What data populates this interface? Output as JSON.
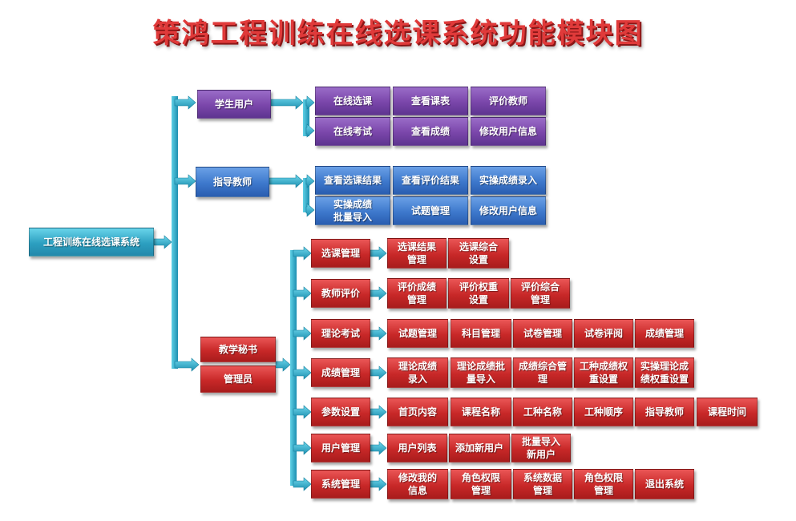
{
  "title": "策鸿工程训练在线选课系统功能模块图",
  "root": "工程训练在线选课系统",
  "student": {
    "label": "学生用户",
    "items": [
      "在线选课",
      "查看课表",
      "评价教师",
      "在线考试",
      "查看成绩",
      "修改用户信息"
    ]
  },
  "teacher": {
    "label": "指导教师",
    "items": [
      "查看选课结果",
      "查看评价结果",
      "实操成绩录入",
      "实操成绩\n批量导入",
      "试题管理",
      "修改用户信息"
    ]
  },
  "admin": {
    "label1": "教学秘书",
    "label2": "管理员",
    "groups": [
      {
        "label": "选课管理",
        "items": [
          "选课结果\n管理",
          "选课综合\n设置"
        ]
      },
      {
        "label": "教师评价",
        "items": [
          "评价成绩\n管理",
          "评价权重\n设置",
          "评价综合\n管理"
        ]
      },
      {
        "label": "理论考试",
        "items": [
          "试题管理",
          "科目管理",
          "试卷管理",
          "试卷评阅",
          "成绩管理"
        ]
      },
      {
        "label": "成绩管理",
        "items": [
          "理论成绩\n录入",
          "理论成绩批\n量导入",
          "成绩综合管\n理",
          "工种成绩权\n重设置",
          "实操理论成\n绩权重设置"
        ]
      },
      {
        "label": "参数设置",
        "items": [
          "首页内容",
          "课程名称",
          "工种名称",
          "工种顺序",
          "指导教师",
          "课程时间"
        ]
      },
      {
        "label": "用户管理",
        "items": [
          "用户列表",
          "添加新用户",
          "批量导入\n新用户"
        ]
      },
      {
        "label": "系统管理",
        "items": [
          "修改我的\n信息",
          "角色权限\n管理",
          "系统数据\n管理",
          "角色权限\n管理",
          "退出系统"
        ]
      }
    ]
  }
}
